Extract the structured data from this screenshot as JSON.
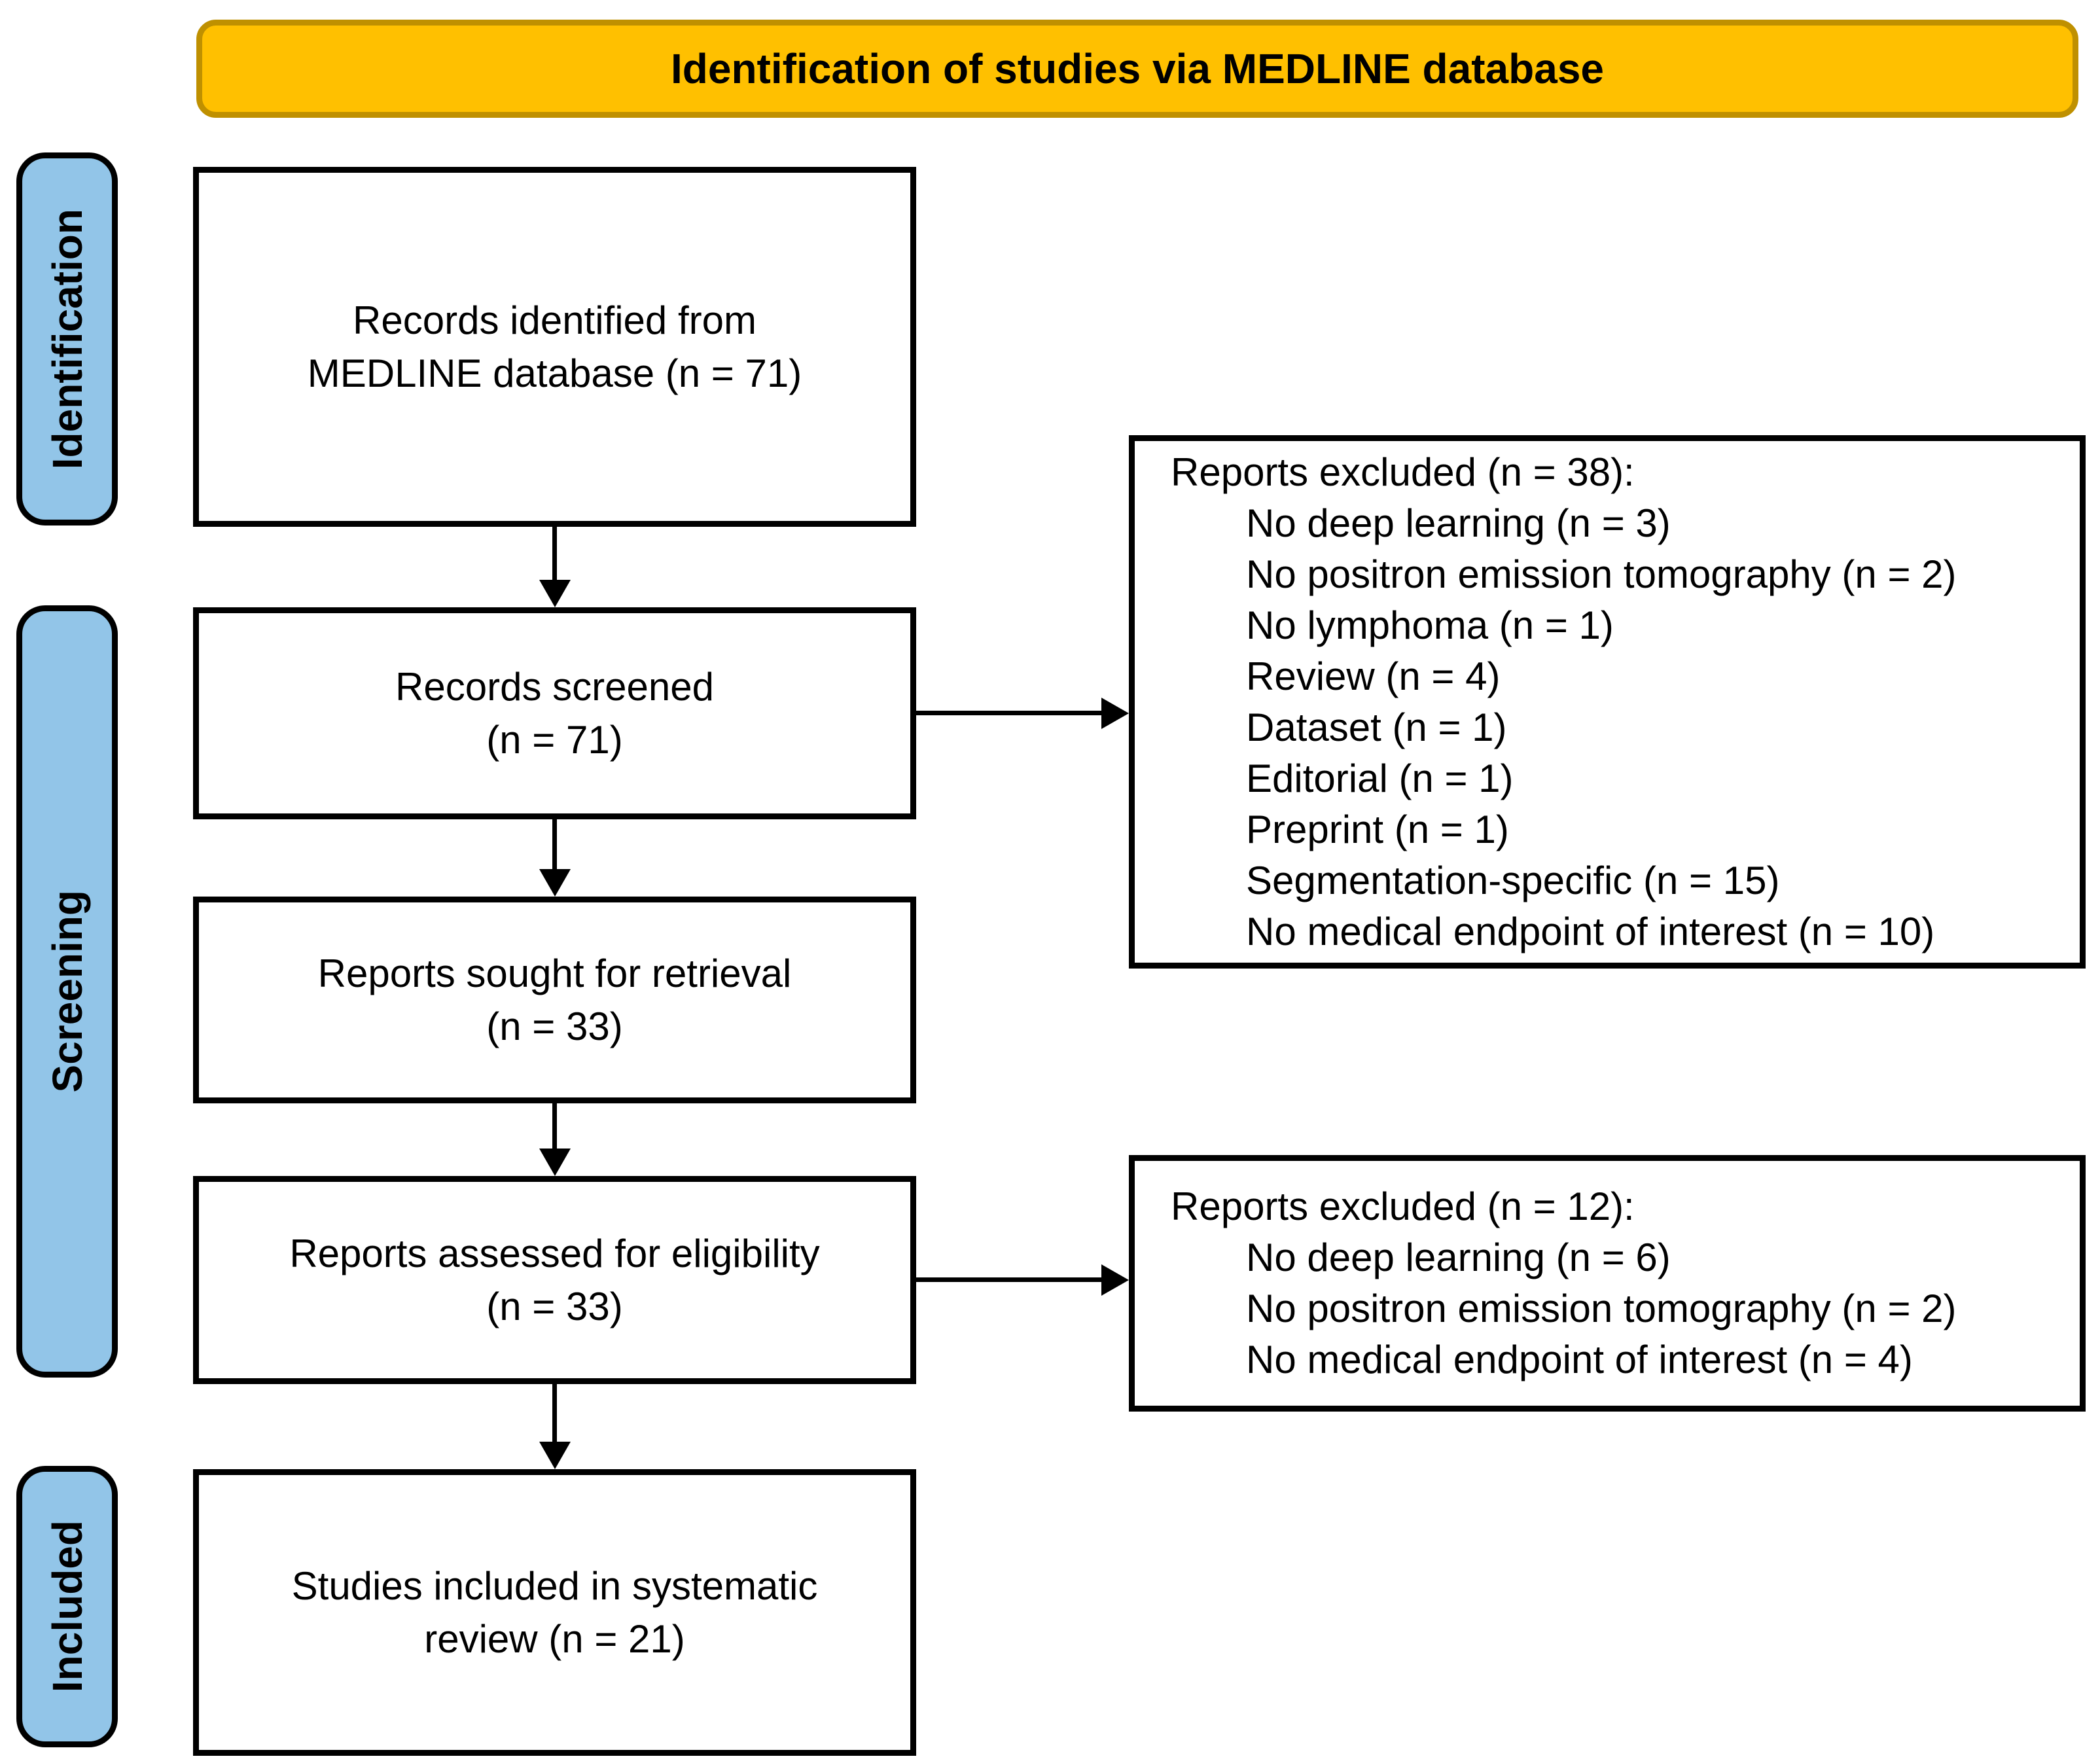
{
  "title": "Identification of studies via MEDLINE database",
  "stages": [
    {
      "label": "Identification"
    },
    {
      "label": "Screening"
    },
    {
      "label": "Included"
    }
  ],
  "nodes": {
    "identified": {
      "line1": "Records identified from",
      "line2": "MEDLINE database (n = 71)"
    },
    "screened": {
      "line1": "Records screened",
      "line2": "(n = 71)"
    },
    "sought": {
      "line1": "Reports sought for retrieval",
      "line2": "(n = 33)"
    },
    "assessed": {
      "line1": "Reports assessed for eligibility",
      "line2": "(n = 33)"
    },
    "included": {
      "line1": "Studies included in systematic",
      "line2": "review (n = 21)"
    }
  },
  "exclusions": [
    {
      "heading": "Reports excluded (n = 38):",
      "items": [
        "No deep learning (n = 3)",
        "No positron emission tomography (n = 2)",
        "No lymphoma (n = 1)",
        "Review (n = 4)",
        "Dataset (n = 1)",
        "Editorial (n = 1)",
        "Preprint (n = 1)",
        "Segmentation-specific (n = 15)",
        "No medical endpoint of interest (n = 10)"
      ]
    },
    {
      "heading": "Reports excluded (n = 12):",
      "items": [
        "No deep learning (n = 6)",
        "No positron emission tomography (n = 2)",
        "No medical endpoint of interest (n = 4)"
      ]
    }
  ],
  "colors": {
    "header_bg": "#FFC000",
    "header_border": "#BF9000",
    "stage_bg": "#92C5E8",
    "box_border": "#000000"
  }
}
